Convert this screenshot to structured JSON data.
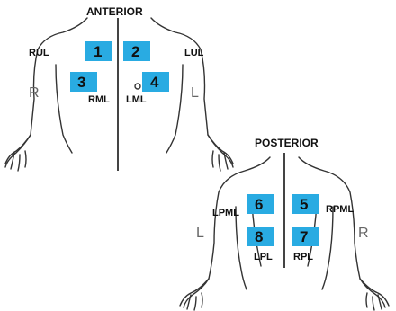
{
  "anterior": {
    "title": "ANTERIOR",
    "labels": {
      "rul": "RUL",
      "lul": "LUL",
      "rml": "RML",
      "lml": "LML",
      "right": "R",
      "left": "L"
    },
    "boxes": [
      "1",
      "2",
      "3",
      "4"
    ]
  },
  "posterior": {
    "title": "POSTERIOR",
    "labels": {
      "lpml": "LPML",
      "rpml": "RPML",
      "lpl": "LPL",
      "rpl": "RPL",
      "left": "L",
      "right": "R"
    },
    "boxes": [
      "6",
      "5",
      "8",
      "7"
    ]
  },
  "colors": {
    "box": "#29abe2",
    "outline": "#333333"
  }
}
